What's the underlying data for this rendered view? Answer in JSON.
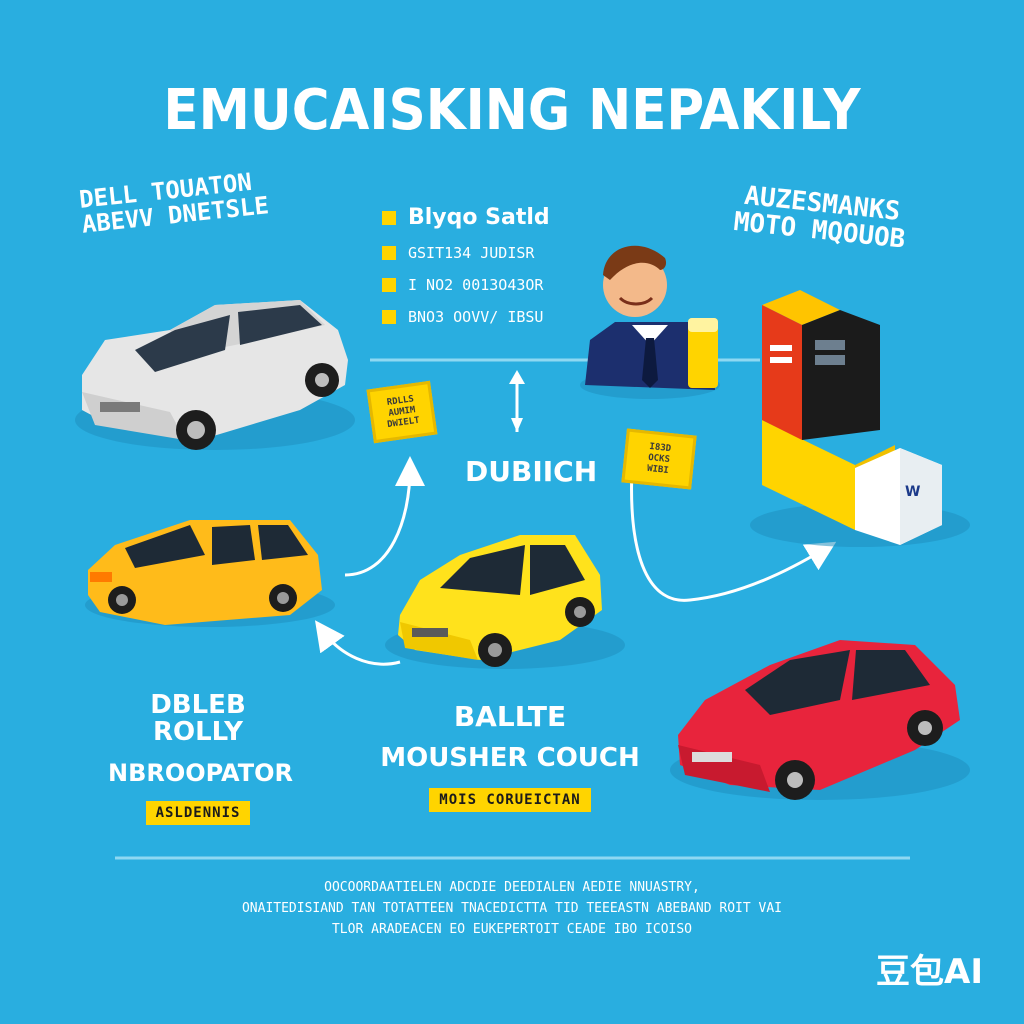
{
  "title": "EMUCAISKING NEPAKILY",
  "top_left_label": [
    "DELL TOUATON",
    "ABEVV DNETSLE"
  ],
  "top_right_label": [
    "AUZESMANKS",
    "MOTO MQOUOB"
  ],
  "center_label": "DUBIICH",
  "bullets": [
    "Blyqo Satld",
    "GSIT134 JUDISR",
    "I NO2 0013O43OR",
    "BNO3 OOVV/ IBSU"
  ],
  "note_left": [
    "RDLLS",
    "AUMIM",
    "DWIELT"
  ],
  "note_right": [
    "I83D",
    "OCKS",
    "WIBI"
  ],
  "bottom_left": {
    "line1": "DBLEB ROLLY",
    "line2": "NBROOPATOR",
    "badge": "ASLDENNIS"
  },
  "bottom_center": {
    "line1": "BALLTE",
    "line2": "MOUSHER COUCH",
    "badge": "MOIS CORUEICTAN"
  },
  "box_text": "W",
  "footer": [
    "OOCOORDAATIELEN ADCDIE DEEDIALEN AEDIE NNUASTRY,",
    "ONAITEDISIAND TAN TOTATTEEN TNACEDICTTA TID TEEEASTN ABEBAND ROIT VAI",
    "TLOR ARADEACEN EO EUKEPERTOIT CEADE IBO ICOISO"
  ],
  "brand": "豆包AI",
  "colors": {
    "background": "#29aee0",
    "accent_yellow": "#ffd400",
    "car_white": "#e6e6e6",
    "car_orange": "#ffbb1a",
    "car_yellow": "#ffe21c",
    "car_red": "#e8243c"
  }
}
